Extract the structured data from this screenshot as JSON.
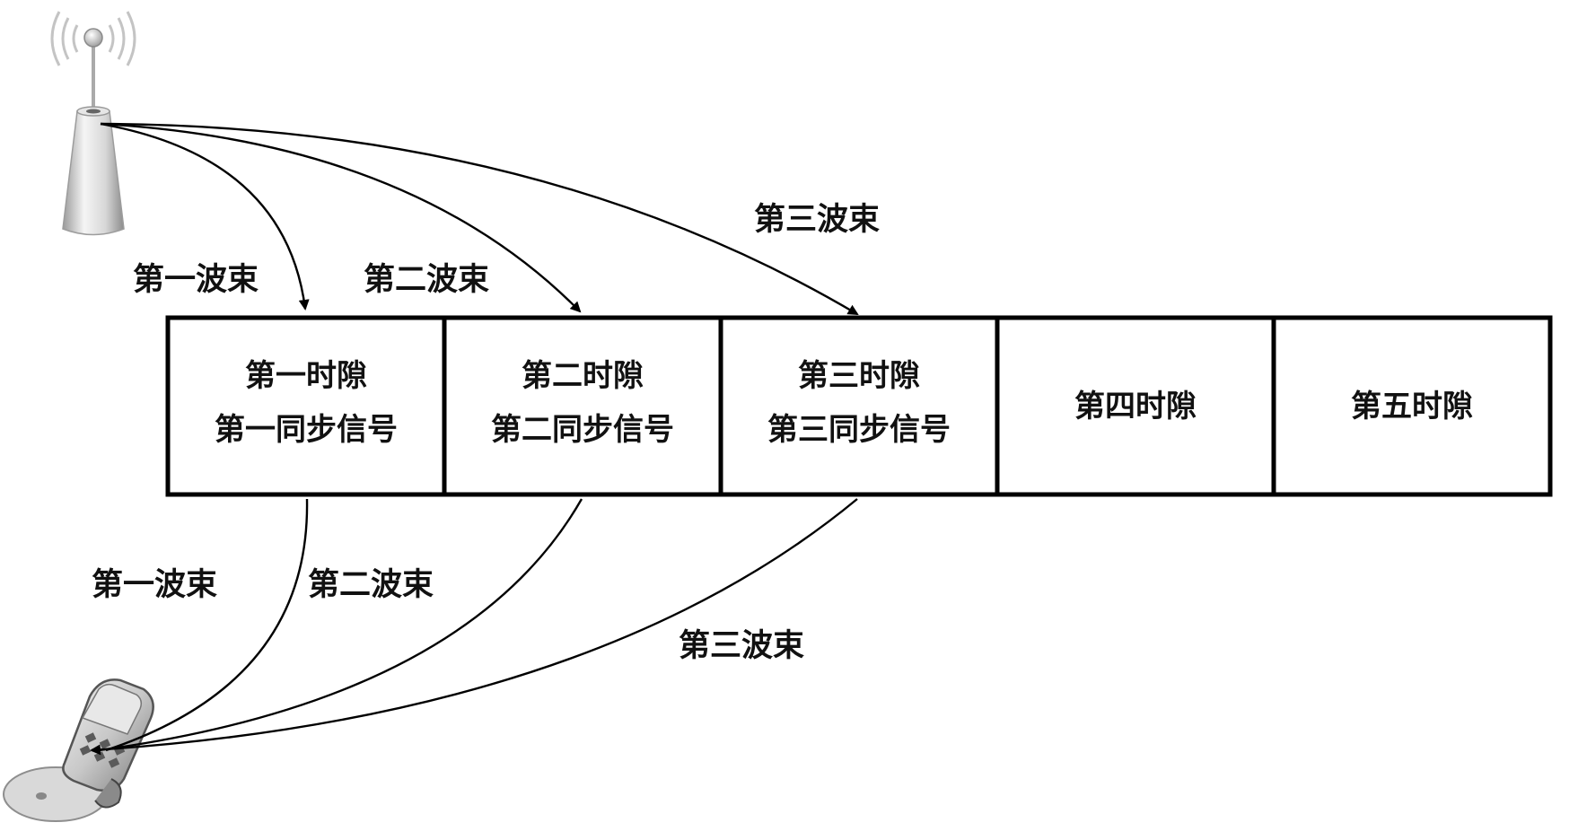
{
  "slots": [
    {
      "line1": "第一时隙",
      "line2": "第一同步信号"
    },
    {
      "line1": "第二时隙",
      "line2": "第二同步信号"
    },
    {
      "line1": "第三时隙",
      "line2": "第三同步信号"
    },
    {
      "line1": "第四时隙",
      "line2": ""
    },
    {
      "line1": "第五时隙",
      "line2": ""
    }
  ],
  "base_station_beams": {
    "first": "第一波束",
    "second": "第二波束",
    "third": "第三波束"
  },
  "terminal_beams": {
    "first": "第一波束",
    "second": "第二波束",
    "third": "第三波束"
  },
  "icons": {
    "base_station": "base-station-antenna-icon",
    "terminal": "flip-phone-icon"
  }
}
